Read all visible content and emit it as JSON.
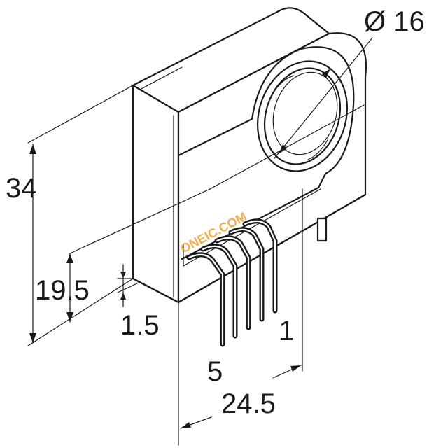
{
  "dimensions": {
    "aperture_diameter": "Ø 16",
    "height": "34",
    "pin_height": "19.5",
    "standoff": "1.5",
    "width": "24.5"
  },
  "pins": {
    "first": "1",
    "last": "5"
  },
  "watermark": "ONEIC.COM"
}
